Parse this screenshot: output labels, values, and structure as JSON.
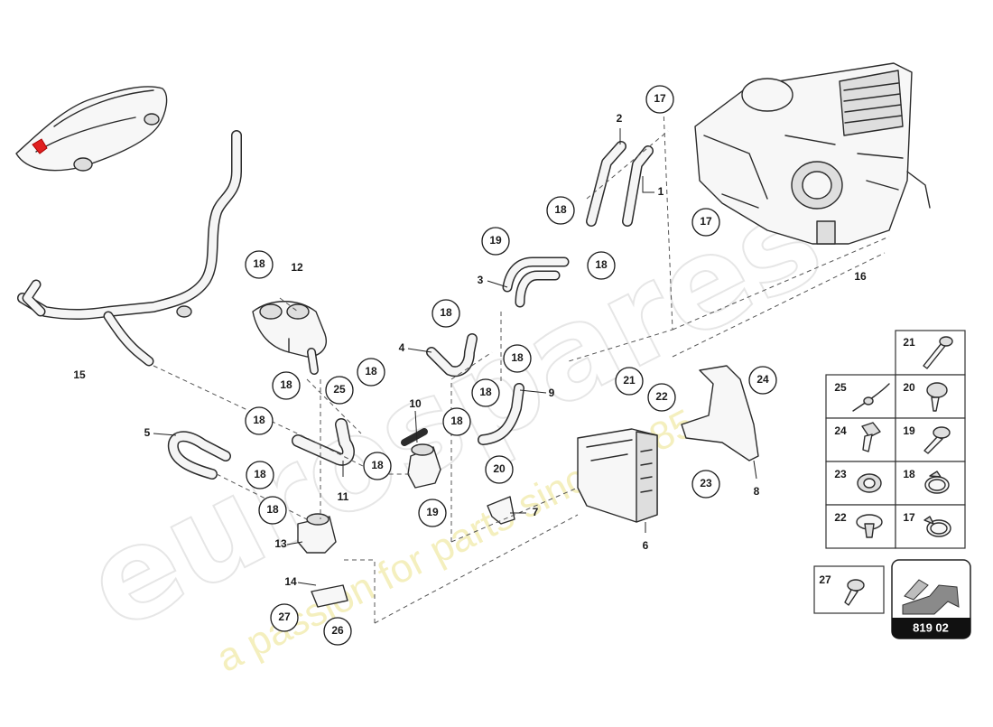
{
  "diagram": {
    "watermark_logo_text": "eurospares",
    "watermark_tagline": "a passion for parts since 1985",
    "drawing_number": "819 02",
    "callouts": [
      {
        "id": "c17a",
        "label": "17"
      },
      {
        "id": "c2",
        "label": "2"
      },
      {
        "id": "c1",
        "label": "1"
      },
      {
        "id": "c18a",
        "label": "18"
      },
      {
        "id": "c17b",
        "label": "17"
      },
      {
        "id": "c19a",
        "label": "19"
      },
      {
        "id": "c18b",
        "label": "18"
      },
      {
        "id": "c3",
        "label": "3"
      },
      {
        "id": "c18c",
        "label": "18"
      },
      {
        "id": "c12",
        "label": "12"
      },
      {
        "id": "c18d",
        "label": "18"
      },
      {
        "id": "c4",
        "label": "4"
      },
      {
        "id": "c18e",
        "label": "18"
      },
      {
        "id": "c9",
        "label": "9"
      },
      {
        "id": "c18f",
        "label": "18"
      },
      {
        "id": "c15",
        "label": "15"
      },
      {
        "id": "c16",
        "label": "16"
      },
      {
        "id": "c18g",
        "label": "18"
      },
      {
        "id": "c25",
        "label": "25"
      },
      {
        "id": "c18h",
        "label": "18"
      },
      {
        "id": "c10",
        "label": "10"
      },
      {
        "id": "c21",
        "label": "21"
      },
      {
        "id": "c22",
        "label": "22"
      },
      {
        "id": "c24",
        "label": "24"
      },
      {
        "id": "c18i",
        "label": "18"
      },
      {
        "id": "c18j",
        "label": "18"
      },
      {
        "id": "c5",
        "label": "5"
      },
      {
        "id": "c18k",
        "label": "18"
      },
      {
        "id": "c11",
        "label": "11"
      },
      {
        "id": "c20",
        "label": "20"
      },
      {
        "id": "c18l",
        "label": "18"
      },
      {
        "id": "c18m",
        "label": "18"
      },
      {
        "id": "c19b",
        "label": "19"
      },
      {
        "id": "c7",
        "label": "7"
      },
      {
        "id": "c6",
        "label": "6"
      },
      {
        "id": "c23",
        "label": "23"
      },
      {
        "id": "c8",
        "label": "8"
      },
      {
        "id": "c13",
        "label": "13"
      },
      {
        "id": "c14",
        "label": "14"
      },
      {
        "id": "c27",
        "label": "27"
      },
      {
        "id": "c26",
        "label": "26"
      }
    ],
    "fastener_table": [
      {
        "label": "21",
        "icon": "bolt-icon"
      },
      {
        "label": "25",
        "icon": "cable-tie-icon"
      },
      {
        "label": "20",
        "icon": "flange-screw-icon"
      },
      {
        "label": "24",
        "icon": "hex-screw-icon"
      },
      {
        "label": "19",
        "icon": "screw-icon"
      },
      {
        "label": "23",
        "icon": "grommet-icon"
      },
      {
        "label": "18",
        "icon": "hose-clamp-icon"
      },
      {
        "label": "22",
        "icon": "clip-nut-icon"
      },
      {
        "label": "17",
        "icon": "spring-clamp-icon"
      }
    ],
    "extra_item": {
      "label": "27",
      "icon": "screw-icon"
    }
  }
}
